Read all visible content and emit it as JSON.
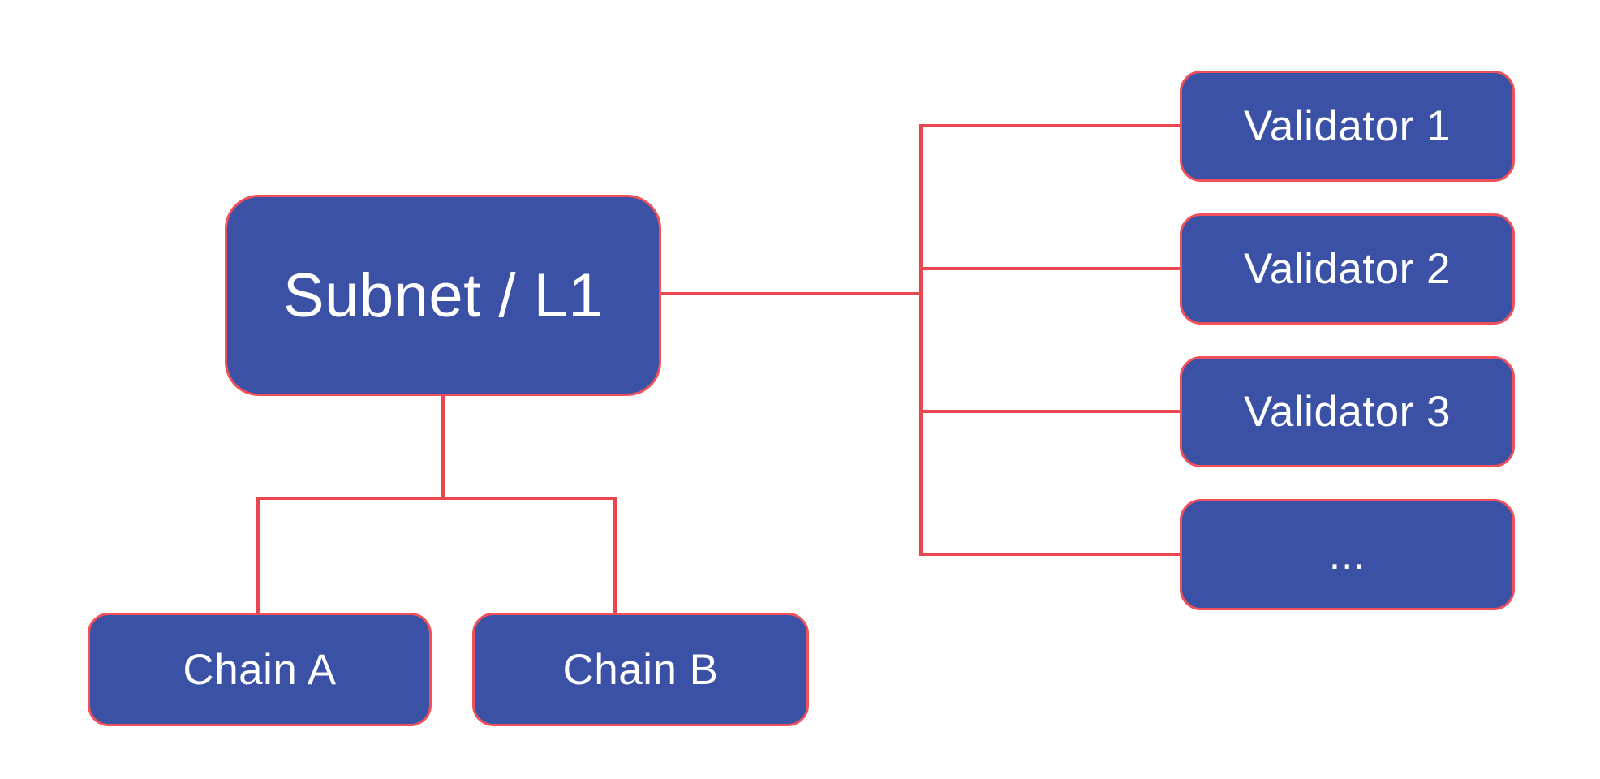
{
  "diagram": {
    "nodes": {
      "subnet": {
        "label": "Subnet / L1"
      },
      "chain_a": {
        "label": "Chain A"
      },
      "chain_b": {
        "label": "Chain B"
      },
      "validator_1": {
        "label": "Validator 1"
      },
      "validator_2": {
        "label": "Validator 2"
      },
      "validator_3": {
        "label": "Validator 3"
      },
      "validator_more": {
        "label": "..."
      }
    },
    "colors": {
      "node_fill": "#3b51a6",
      "node_border": "#f05059",
      "connector": "#e9464f",
      "label_text": "#ffffff",
      "background": "#ffffff"
    }
  }
}
